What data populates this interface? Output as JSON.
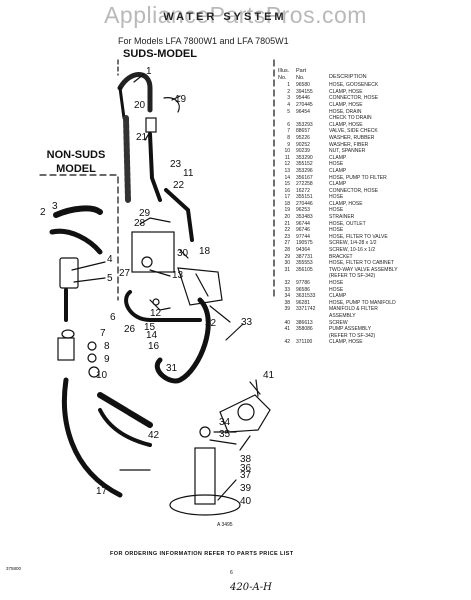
{
  "watermark": "AppliancePartsPros.com",
  "diagram_title": "WATER SYSTEM",
  "subtitle": "For Models LFA 7800W1 and LFA 7805W1",
  "suds_label": "SUDS-MODEL",
  "non_suds_label_line1": "NON-SUDS",
  "non_suds_label_line2": "MODEL",
  "table_header": {
    "illus_line1": "Illus.",
    "illus_line2": "No.",
    "part_line1": "Part",
    "part_line2": "No.",
    "description": "DESCRIPTION"
  },
  "parts": [
    {
      "no": "1",
      "part": "96580",
      "desc": "HOSE, GOOSENECK"
    },
    {
      "no": "2",
      "part": "394155",
      "desc": "CLAMP, HOSE"
    },
    {
      "no": "3",
      "part": "95446",
      "desc": "CONNECTOR, HOSE"
    },
    {
      "no": "4",
      "part": "270445",
      "desc": "CLAMP, HOSE"
    },
    {
      "no": "5",
      "part": "96454",
      "desc": "HOSE, DRAIN"
    },
    {
      "no": "",
      "part": "",
      "desc": "CHECK TO DRAIN"
    },
    {
      "no": "6",
      "part": "353293",
      "desc": "CLAMP, HOSE"
    },
    {
      "no": "7",
      "part": "88657",
      "desc": "VALVE, SIDE CHECK"
    },
    {
      "no": "8",
      "part": "95226",
      "desc": "WASHER, RUBBER"
    },
    {
      "no": "9",
      "part": "90252",
      "desc": "WASHER, FIBER"
    },
    {
      "no": "10",
      "part": "90239",
      "desc": "NUT, SPANNER"
    },
    {
      "no": "11",
      "part": "353290",
      "desc": "CLAMP"
    },
    {
      "no": "12",
      "part": "355152",
      "desc": "HOSE"
    },
    {
      "no": "13",
      "part": "353296",
      "desc": "CLAMP"
    },
    {
      "no": "14",
      "part": "356167",
      "desc": "HOSE, PUMP TO FILTER"
    },
    {
      "no": "15",
      "part": "272258",
      "desc": "CLAMP"
    },
    {
      "no": "16",
      "part": "16272",
      "desc": "CONNECTOR, HOSE"
    },
    {
      "no": "17",
      "part": "355151",
      "desc": "HOSE"
    },
    {
      "no": "18",
      "part": "270446",
      "desc": "CLAMP, HOSE"
    },
    {
      "no": "19",
      "part": "96253",
      "desc": "HOSE"
    },
    {
      "no": "20",
      "part": "353483",
      "desc": "STRAINER"
    },
    {
      "no": "21",
      "part": "96744",
      "desc": "HOSE, OUTLET"
    },
    {
      "no": "22",
      "part": "96746",
      "desc": "HOSE"
    },
    {
      "no": "23",
      "part": "97744",
      "desc": "HOSE, FILTER TO VALVE"
    },
    {
      "no": "27",
      "part": "190575",
      "desc": "SCREW, 1/4-28 x 1/2"
    },
    {
      "no": "28",
      "part": "94364",
      "desc": "SCREW, 10-16 x 1/2"
    },
    {
      "no": "29",
      "part": "387731",
      "desc": "BRACKET"
    },
    {
      "no": "30",
      "part": "355553",
      "desc": "HOSE, FILTER TO CABINET"
    },
    {
      "no": "31",
      "part": "356105",
      "desc": "TWO-WAY VALVE ASSEMBLY"
    },
    {
      "no": "",
      "part": "",
      "desc": "(REFER TO SF-342)"
    },
    {
      "no": "32",
      "part": "97786",
      "desc": "HOSE"
    },
    {
      "no": "33",
      "part": "96586",
      "desc": "HOSE"
    },
    {
      "no": "34",
      "part": "3631533",
      "desc": "CLAMP"
    },
    {
      "no": "38",
      "part": "96281",
      "desc": "HOSE, PUMP TO MANIFOLD"
    },
    {
      "no": "39",
      "part": "3371742",
      "desc": "MANIFOLD & FILTER"
    },
    {
      "no": "",
      "part": "",
      "desc": "ASSEMBLY"
    },
    {
      "no": "40",
      "part": "386613",
      "desc": "SCREW"
    },
    {
      "no": "41",
      "part": "358086",
      "desc": "PUMP ASSEMBLY"
    },
    {
      "no": "",
      "part": "",
      "desc": "(REFER TO SF-342)"
    },
    {
      "no": "42",
      "part": "371100",
      "desc": "CLAMP, HOSE"
    }
  ],
  "callouts": [
    "1",
    "2",
    "3",
    "4",
    "5",
    "6",
    "7",
    "8",
    "9",
    "10",
    "11",
    "12",
    "13",
    "14",
    "15",
    "16",
    "17",
    "18",
    "19",
    "20",
    "21",
    "22",
    "23",
    "26",
    "27",
    "28",
    "29",
    "30",
    "31",
    "32",
    "33",
    "34",
    "35",
    "36",
    "37",
    "38",
    "39",
    "40",
    "41",
    "42"
  ],
  "art_number": "A 3495",
  "footer": "FOR ORDERING INFORMATION REFER TO PARTS PRICE LIST",
  "code_left": "375800",
  "page_number": "6",
  "handwritten_code": "420-A-H"
}
